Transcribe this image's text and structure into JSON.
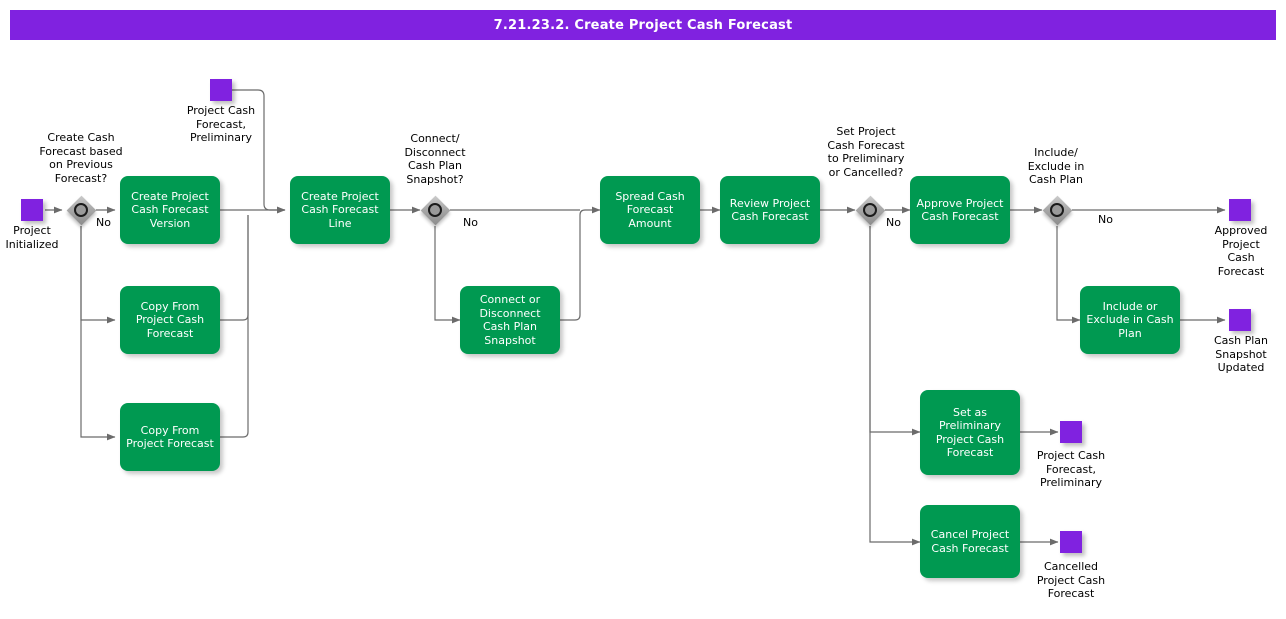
{
  "header": {
    "title": "7.21.23.2. Create Project Cash Forecast",
    "bar_color": "#8022e0"
  },
  "theme": {
    "task_color": "#009951",
    "event_color": "#8022e0",
    "gateway_color": "#a8a8a8",
    "line_color": "#6b6b6b",
    "text_color": "#ffffff",
    "label_color": "#000000",
    "background": "#ffffff"
  },
  "diagram": {
    "type": "bpmn-flowchart",
    "events": [
      {
        "id": "ev-project-initialized",
        "label": "Project\nInitialized",
        "kind": "start"
      },
      {
        "id": "ev-pcf-preliminary-start",
        "label": "Project Cash\nForecast,\nPreliminary",
        "kind": "start"
      },
      {
        "id": "ev-approved-pcf",
        "label": "Approved\nProject\nCash\nForecast",
        "kind": "end"
      },
      {
        "id": "ev-cash-plan-updated",
        "label": "Cash Plan\nSnapshot\nUpdated",
        "kind": "end"
      },
      {
        "id": "ev-pcf-preliminary-end",
        "label": "Project Cash\nForecast,\nPreliminary",
        "kind": "end"
      },
      {
        "id": "ev-cancelled-pcf",
        "label": "Cancelled\nProject Cash\nForecast",
        "kind": "end"
      }
    ],
    "gateways": [
      {
        "id": "gw-based-previous",
        "label": "Create Cash\nForecast based\non Previous\nForecast?",
        "branch_label": "No"
      },
      {
        "id": "gw-connect-snap",
        "label": "Connect/\nDisconnect\nCash Plan\nSnapshot?",
        "branch_label": "No"
      },
      {
        "id": "gw-set-prelim",
        "label": "Set Project\nCash Forecast\nto Preliminary\nor Cancelled?",
        "branch_label": "No"
      },
      {
        "id": "gw-include-plan",
        "label": "Include/\nExclude in\nCash Plan",
        "branch_label": "No"
      }
    ],
    "tasks": [
      {
        "id": "t-create-version",
        "label": "Create Project\nCash Forecast\nVersion"
      },
      {
        "id": "t-copy-from-pcf",
        "label": "Copy From\nProject Cash\nForecast"
      },
      {
        "id": "t-copy-from-pf",
        "label": "Copy From\nProject Forecast"
      },
      {
        "id": "t-create-line",
        "label": "Create Project\nCash Forecast\nLine"
      },
      {
        "id": "t-connect-snapshot",
        "label": "Connect or\nDisconnect Cash\nPlan Snapshot"
      },
      {
        "id": "t-spread-amount",
        "label": "Spread Cash\nForecast Amount"
      },
      {
        "id": "t-review-pcf",
        "label": "Review Project\nCash Forecast"
      },
      {
        "id": "t-approve-pcf",
        "label": "Approve Project\nCash Forecast"
      },
      {
        "id": "t-include-exclude",
        "label": "Include or\nExclude in Cash\nPlan"
      },
      {
        "id": "t-set-preliminary",
        "label": "Set as\nPreliminary\nProject Cash\nForecast"
      },
      {
        "id": "t-cancel-pcf",
        "label": "Cancel Project\nCash Forecast"
      }
    ]
  }
}
